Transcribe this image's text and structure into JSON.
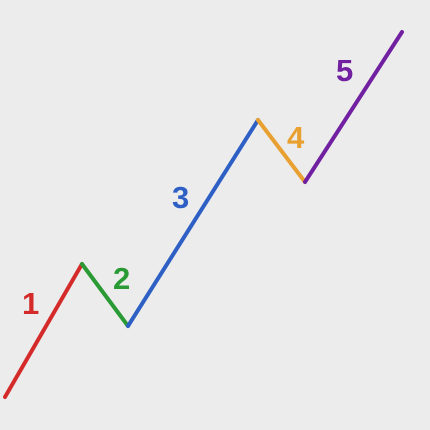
{
  "diagram": {
    "waves": [
      {
        "label": "1",
        "color": "#d42a2a"
      },
      {
        "label": "2",
        "color": "#2a9a35"
      },
      {
        "label": "3",
        "color": "#2d5fc4"
      },
      {
        "label": "4",
        "color": "#e8a030"
      },
      {
        "label": "5",
        "color": "#7020a0"
      }
    ]
  }
}
